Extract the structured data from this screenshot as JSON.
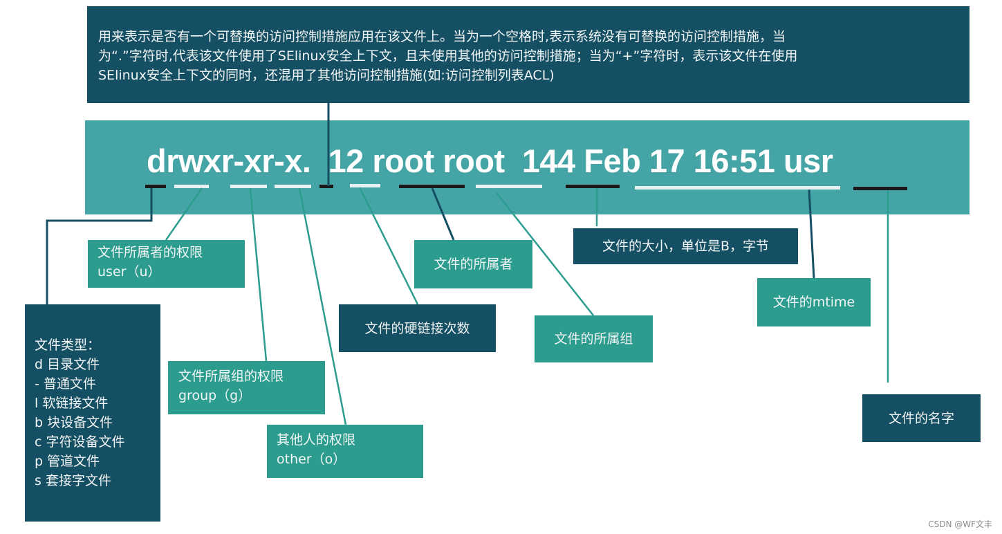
{
  "top_note": {
    "line1": "用来表示是否有一个可替换的访问控制措施应用在该文件上。当为一个空格时,表示系统没有可替换的访问控制措施，当",
    "line2": "为“.”字符时,代表该文件使用了SElinux安全上下文，且未使用其他的访问控制措施；当为“+”字符时，表示该文件在使用",
    "line3": "SElinux安全上下文的同时，还混用了其他访问控制措施(如:访问控制列表ACL)"
  },
  "ls_line": {
    "text": "drwxr-xr-x.  12 root root  144 Feb 17 16:51 usr",
    "fields": [
      "d",
      "rwx",
      "r-x",
      "r-x",
      ".",
      "12",
      "root",
      "root",
      "144",
      "Feb 17 16:51",
      "usr"
    ]
  },
  "labels": {
    "file_type": {
      "title": "文件类型：",
      "items": [
        "d 目录文件",
        "- 普通文件",
        "l 软链接文件",
        "b 块设备文件",
        "c 字符设备文件",
        "p 管道文件",
        "s 套接字文件"
      ]
    },
    "user_perm": {
      "line1": "文件所属者的权限",
      "line2": "user（u）"
    },
    "group_perm": {
      "line1": "文件所属组的权限",
      "line2": "group（g）"
    },
    "other_perm": {
      "line1": "其他人的权限",
      "line2": "other（o）"
    },
    "hard_links": "文件的硬链接次数",
    "owner": "文件的所属者",
    "group": "文件的所属组",
    "size": "文件的大小，单位是B，字节",
    "mtime": "文件的mtime",
    "name": "文件的名字"
  },
  "colors": {
    "dark_box": "#154f63",
    "teal_box": "#2c9c8e",
    "banner": "#45a5a6",
    "underline_dark": "#1a1a1a",
    "underline_light": "#e6f2f2"
  },
  "watermark": "CSDN @WF文丰"
}
